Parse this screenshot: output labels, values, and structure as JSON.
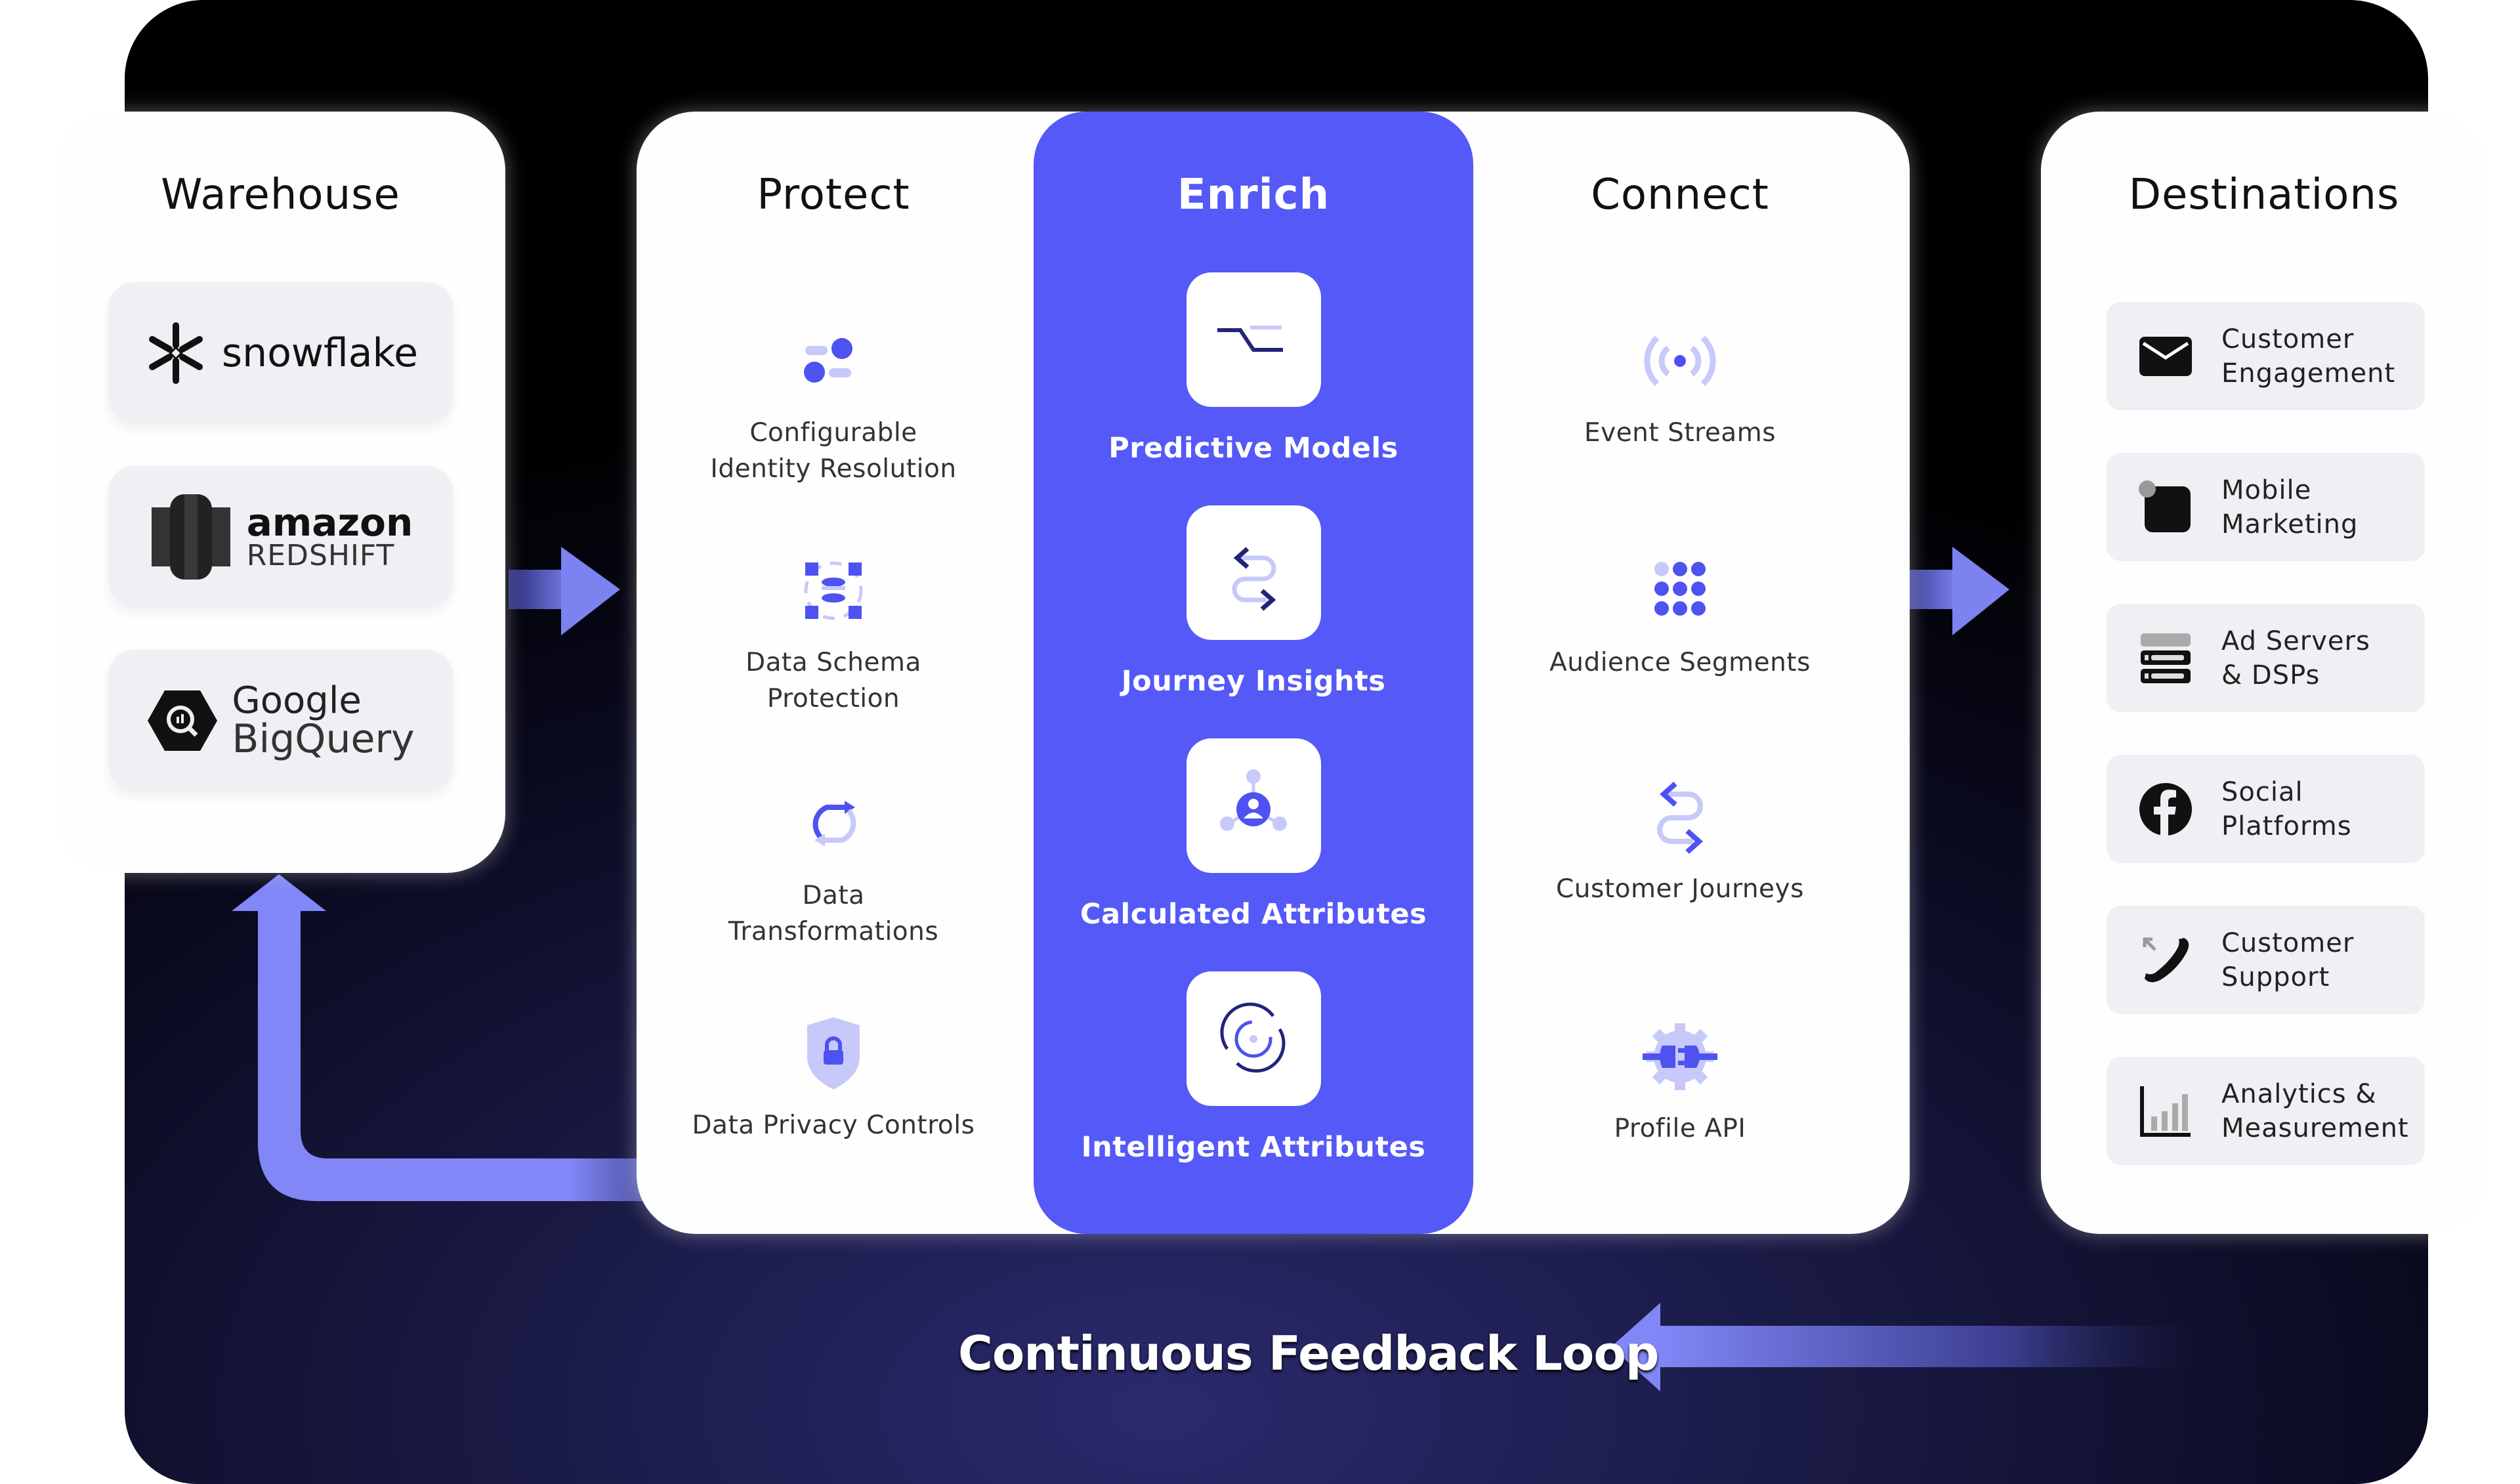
{
  "colors": {
    "accent": "#5459f7",
    "accent_light": "#c7c9fb",
    "arrow": "#7f85f5",
    "dark_bg": "#0a0a1f",
    "card_bg": "#efeff4"
  },
  "warehouse": {
    "title": "Warehouse",
    "logos": [
      {
        "name": "snowflake",
        "text": "snowflake",
        "icon": "snowflake-icon"
      },
      {
        "name": "amazon-redshift",
        "line1": "amazon",
        "line2": "REDSHIFT",
        "icon": "redshift-icon"
      },
      {
        "name": "google-bigquery",
        "line1": "Google",
        "line2": "BigQuery",
        "icon": "bigquery-icon"
      }
    ]
  },
  "protect": {
    "title": "Protect",
    "items": [
      {
        "label": "Configurable\nIdentity Resolution",
        "icon": "identity-toggle-icon"
      },
      {
        "label": "Data Schema\nProtection",
        "icon": "database-schema-icon"
      },
      {
        "label": "Data\nTransformations",
        "icon": "refresh-cycle-icon"
      },
      {
        "label": "Data Privacy Controls",
        "icon": "shield-lock-icon"
      }
    ]
  },
  "enrich": {
    "title": "Enrich",
    "items": [
      {
        "label": "Predictive Models",
        "icon": "predictive-line-icon"
      },
      {
        "label": "Journey  Insights",
        "icon": "journey-arrows-icon"
      },
      {
        "label": "Calculated Attributes",
        "icon": "user-network-icon"
      },
      {
        "label": "Intelligent Attributes",
        "icon": "orbit-icon"
      }
    ]
  },
  "connect": {
    "title": "Connect",
    "items": [
      {
        "label": "Event Streams",
        "icon": "broadcast-icon"
      },
      {
        "label": "Audience Segments",
        "icon": "dot-grid-icon"
      },
      {
        "label": "Customer Journeys",
        "icon": "journey-arrows-icon"
      },
      {
        "label": "Profile API",
        "icon": "plug-gear-icon"
      }
    ]
  },
  "destinations": {
    "title": "Destinations",
    "items": [
      {
        "label": "Customer\nEngagement",
        "icon": "envelope-icon"
      },
      {
        "label": "Mobile\nMarketing",
        "icon": "mobile-notification-icon"
      },
      {
        "label": "Ad Servers\n& DSPs",
        "icon": "server-stack-icon"
      },
      {
        "label": "Social\nPlatforms",
        "icon": "facebook-icon"
      },
      {
        "label": "Customer\nSupport",
        "icon": "phone-icon"
      },
      {
        "label": "Analytics &\nMeasurement",
        "icon": "bar-chart-icon"
      }
    ]
  },
  "feedback": {
    "label": "Continuous Feedback Loop"
  }
}
